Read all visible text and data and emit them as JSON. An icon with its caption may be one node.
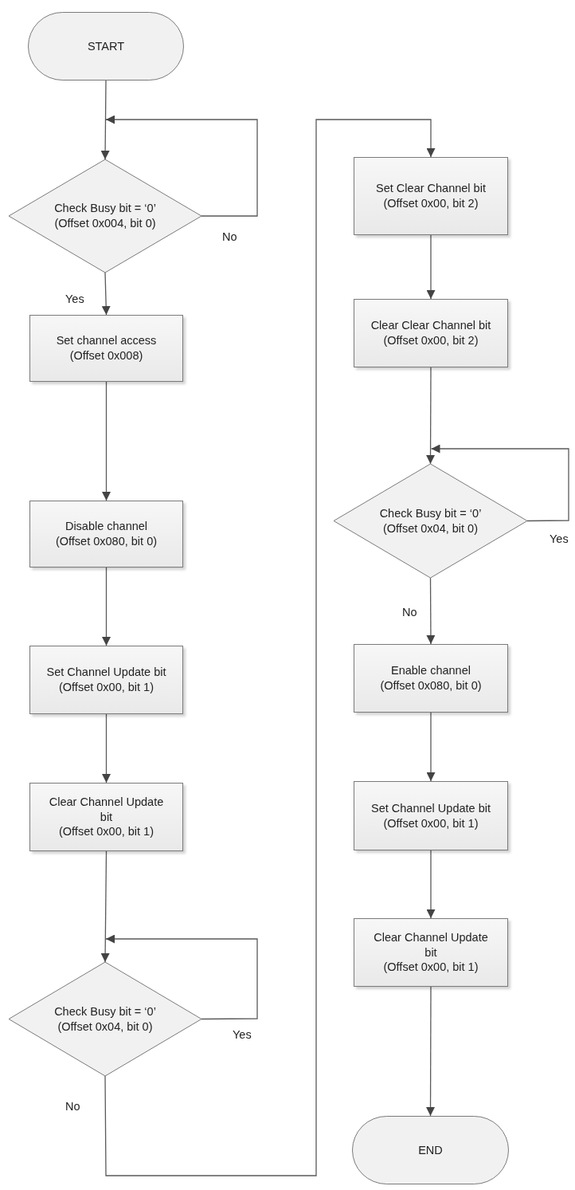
{
  "diagram": {
    "nodes": [
      {
        "text": [
          "START"
        ]
      },
      {
        "text": [
          "Check Busy bit = ‘0’",
          "(Offset 0x004, bit 0)"
        ]
      },
      {
        "text": [
          "Set channel access",
          "(Offset 0x008)"
        ]
      },
      {
        "text": [
          "Disable channel",
          "(Offset 0x080, bit 0)"
        ]
      },
      {
        "text": [
          "Set Channel Update bit",
          "(Offset 0x00, bit 1)"
        ]
      },
      {
        "text": [
          "Clear Channel Update bit",
          "(Offset 0x00, bit 1)"
        ]
      },
      {
        "text": [
          "Check Busy bit = ‘0’",
          "(Offset 0x04, bit 0)"
        ]
      },
      {
        "text": [
          "Set Clear Channel bit",
          "(Offset 0x00, bit 2)"
        ]
      },
      {
        "text": [
          "Clear Clear Channel bit",
          "(Offset 0x00, bit 2)"
        ]
      },
      {
        "text": [
          "Check Busy bit = ‘0’",
          "(Offset 0x04, bit 0)"
        ]
      },
      {
        "text": [
          "Enable channel",
          "(Offset 0x080, bit 0)"
        ]
      },
      {
        "text": [
          "Set Channel Update bit",
          "(Offset 0x00, bit 1)"
        ]
      },
      {
        "text": [
          "Clear Channel Update bit",
          "(Offset 0x00, bit 1)"
        ]
      },
      {
        "text": [
          "END"
        ]
      }
    ],
    "edges": [
      {
        "from": 0,
        "to": 1,
        "arrow": "to"
      },
      {
        "from": 1,
        "to": 1,
        "arrow": "to",
        "label": "No"
      },
      {
        "from": 1,
        "to": 2,
        "arrow": "to",
        "label": "Yes"
      },
      {
        "from": 2,
        "to": 3,
        "arrow": "to"
      },
      {
        "from": 3,
        "to": 4,
        "arrow": "to"
      },
      {
        "from": 4,
        "to": 5,
        "arrow": "to"
      },
      {
        "from": 5,
        "to": 6,
        "arrow": "to"
      },
      {
        "from": 6,
        "to": 6,
        "arrow": "to",
        "label": "Yes"
      },
      {
        "from": 6,
        "to": 7,
        "arrow": "to",
        "label": "No"
      },
      {
        "from": 7,
        "to": 8,
        "arrow": "to"
      },
      {
        "from": 8,
        "to": 9,
        "arrow": "to"
      },
      {
        "from": 9,
        "to": 9,
        "arrow": "to",
        "label": "Yes"
      },
      {
        "from": 9,
        "to": 10,
        "arrow": "to",
        "label": "No"
      },
      {
        "from": 10,
        "to": 11,
        "arrow": "to"
      },
      {
        "from": 11,
        "to": 12,
        "arrow": "to"
      },
      {
        "from": 12,
        "to": 13,
        "arrow": "to"
      }
    ]
  }
}
